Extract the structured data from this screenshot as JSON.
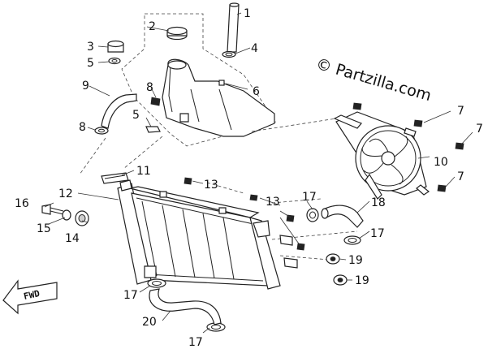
{
  "watermark": "© Partzilla.com",
  "direction_label": "FWD",
  "callouts": {
    "c1": "1",
    "c2": "2",
    "c3": "3",
    "c4": "4",
    "c5a": "5",
    "c5b": "5",
    "c6": "6",
    "c7a": "7",
    "c7b": "7",
    "c7c": "7",
    "c8a": "8",
    "c8b": "8",
    "c9": "9",
    "c10": "10",
    "c11": "11",
    "c12": "12",
    "c13a": "13",
    "c13b": "13",
    "c14": "14",
    "c15": "15",
    "c16": "16",
    "c17a": "17",
    "c17b": "17",
    "c17c": "17",
    "c17d": "17",
    "c18": "18",
    "c19a": "19",
    "c19b": "19",
    "c20": "20"
  }
}
